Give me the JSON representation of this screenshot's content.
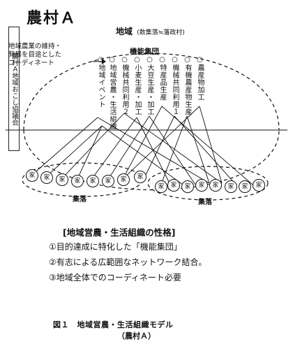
{
  "title": "農村Ａ",
  "council": "農村Ａ地域おこし協議会",
  "coordination": {
    "line1": "地域農業の維持・",
    "line2": "発展を目途とした",
    "line3": "コーディネート"
  },
  "region": {
    "label": "地域",
    "sub": "(数集落≒藩政村)"
  },
  "functional_group": "機能集団",
  "groups": [
    "○地域イベント",
    "○地域営農・生活組織",
    "○機械共同利用２",
    "○小麦生産・加工",
    "○大豆生産・加工",
    "○特産品生産",
    "○機械共同利用１",
    "○有機農産物生産",
    "○農産物加工"
  ],
  "household": "家",
  "village_label": "集落",
  "characteristics": {
    "title": "[地域営農・生活組織の性格]",
    "items": [
      "①目的達成に特化した「機能集団」",
      "②有志による広範囲なネットワーク結合。",
      "③地域全体でのコーディネート必要"
    ]
  },
  "figure": {
    "caption": "図１　地域営農・生活組織モデル",
    "name": "（農村Ａ）"
  }
}
